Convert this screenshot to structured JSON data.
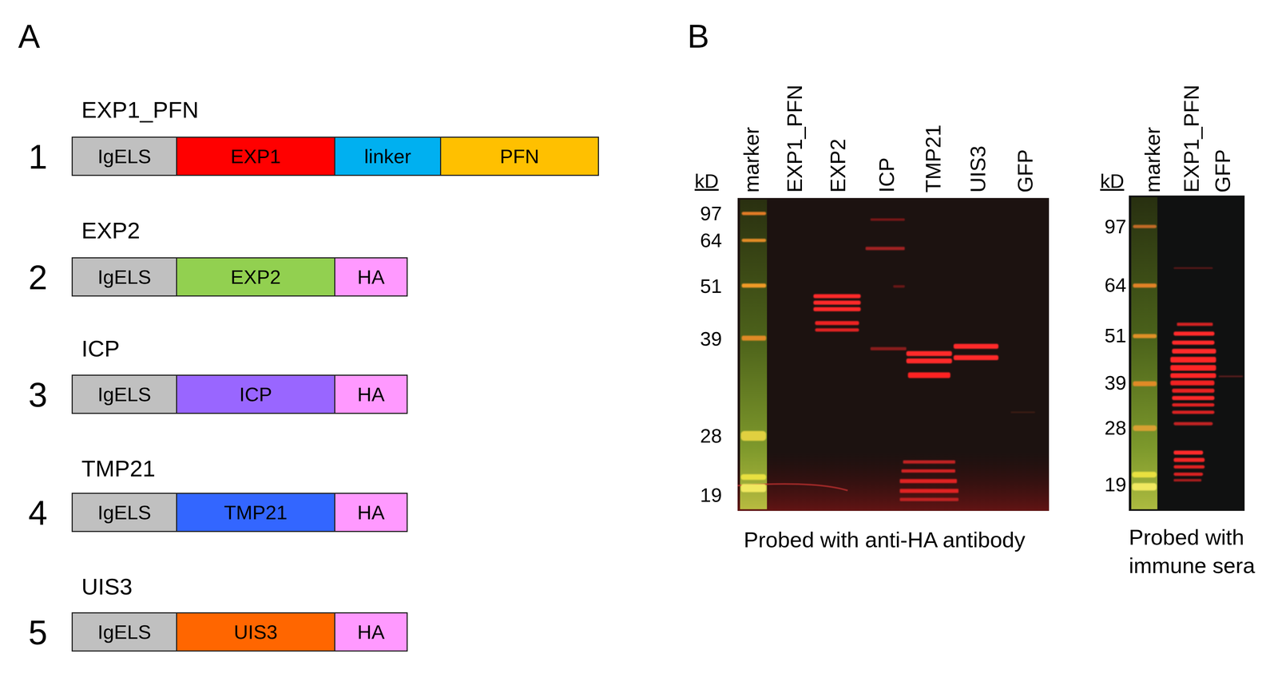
{
  "diagram": {
    "nodes": [
      {
        "text": [
          "IgELS"
        ]
      },
      {
        "text": [
          "EXP1"
        ]
      },
      {
        "text": [
          "linker"
        ]
      },
      {
        "text": [
          "PFN"
        ]
      },
      {
        "text": [
          "IgELS"
        ]
      },
      {
        "text": [
          "EXP2"
        ]
      },
      {
        "text": [
          "HA"
        ]
      },
      {
        "text": [
          "IgELS"
        ]
      },
      {
        "text": [
          "ICP"
        ]
      },
      {
        "text": [
          "HA"
        ]
      },
      {
        "text": [
          "IgELS"
        ]
      },
      {
        "text": [
          "TMP21"
        ]
      },
      {
        "text": [
          "HA"
        ]
      },
      {
        "text": [
          "IgELS"
        ]
      },
      {
        "text": [
          "UIS3"
        ]
      },
      {
        "text": [
          "HA"
        ]
      }
    ],
    "edges": [],
    "labels": [
      "A",
      "EXP1_PFN",
      "1",
      "EXP2",
      "2",
      "ICP",
      "3",
      "TMP21",
      "4",
      "UIS3",
      "5",
      "B",
      "kD",
      "marker",
      "EXP1_PFN",
      "EXP2",
      "ICP",
      "TMP21",
      "UIS3",
      "GFP",
      "97",
      "64",
      "51",
      "39",
      "28",
      "19",
      "Probed with anti-HA antibody",
      "kD",
      "marker",
      "EXP1_PFN",
      "GFP",
      "97",
      "64",
      "51",
      "39",
      "28",
      "19",
      "Probed with immune sera"
    ]
  }
}
